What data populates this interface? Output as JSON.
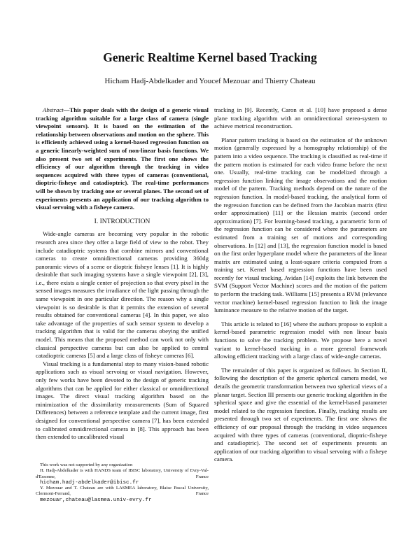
{
  "title": "Generic Realtime Kernel based Tracking",
  "authors": "Hicham Hadj-Abdelkader and Youcef Mezouar and Thierry Chateau",
  "abstract": {
    "label": "Abstract",
    "text": "—This paper deals with the design of a generic visual tracking algorithm suitable for a large class of camera (single viewpoint sensors). It is based on the estimation of the relationship between observations and motion on the sphere. This is efficiently achieved using a kernel-based regression function on a generic linearly-weighted sum of non-linear basis functions. We also present two set of experiments. The first one shows the efficiency of our algorithm through the tracking in video sequences acquired with three types of cameras (conventional, dioptric-fisheye and catadioptric). The real-time performances will be shown by tracking one or several planes. The second set of experiments presents an application of our tracking algorithm to visual servoing with a fisheye camera."
  },
  "section1_heading": "I. INTRODUCTION",
  "left_paragraphs": [
    "Wide-angle cameras are becoming very popular in the robotic research area since they offer a large field of view to the robot. They include catadioptric systems that combine mirrors and conventional cameras to create omnidirectional cameras providing 360dg panoramic views of a scene or dioptric fisheye lenses [1]. It is highly desirable that such imaging systems have a single viewpoint [2], [3], i.e., there exists a single center of projection so that every pixel in the sensed images measures the irradiance of the light passing through the same viewpoint in one particular direction. The reason why a single viewpoint is so desirable is that it permits the extension of several results obtained for conventional cameras [4]. In this paper, we also take advantage of the properties of such sensor system to develop a tracking algorithm that is valid for the cameras obeying the unified model. This means that the proposed method can work not only with classical perspective cameras but can also be applied to central catadioptric cameras [5] and a large class of fisheye cameras [6].",
    "Visual tracking is a fundamental step to many vision-based robotic applications such as visual servoing or visual navigation. However, only few works have been devoted to the design of generic tracking algorithms that can be applied for either classical or omnidirectional images. The direct visual tracking algorithm based on the minimization of the dissimilarity measurements (Sum of Squared Differences) between a reference template and the current image, first designed for conventional perspective camera [7], has been extended to calibrated omnidirectional camera in [8]. This approach has been then extended to uncalibrated visual"
  ],
  "footnotes": [
    "This work was not supported by any organization",
    "H. Hadj-Abdelkader is with HANDS team of IBISC laboratory, University of Evry-Val-d'Essonne, France",
    "hicham.hadj-abdelkader@ibisc.fr",
    "Y. Mezouar and T. Chateau are with LASMEA laboratory, Blaise Pascal University, Clermont-Ferrand, France",
    "mezouar,chateau@lasmea.univ-evry.fr"
  ],
  "right_paragraphs": [
    "tracking in [9]. Recently, Caron et al. [10] have proposed a dense plane tracking algorithm with an omnidirectional stereo-system to achieve metrical reconstruction.",
    "Planar pattern tracking is based on the estimation of the unknown motion (generally expressed by a homography relationship) of the pattern into a video sequence. The tracking is classified as real-time if the pattern motion is estimated for each video frame before the next one. Usually, real-time tracking can be modelized through a regression function linking the image observations and the motion model of the pattern. Tracking methods depend on the nature of the regression function. In model-based tracking, the analytical form of the regression function can be defined from the Jacobian matrix (first order approximation) [11] or the Hessian matrix (second order approximation) [7]. For learning-based tracking, a parametric form of the regression function can be considered where the parameters are estimated from a training set of motions and corresponding observations. In [12] and [13], the regression function model is based on the first order hyperplane model where the parameters of the linear matrix are estimated using a least-square criteria computed from a training set. Kernel based regression functions have been used recently for visual tracking. Avidan [14] exploits the link between the SVM (Support Vector Machine) scores and the motion of the pattern to perform the tracking task. Williams [15] presents a RVM (relevance vector machine) kernel-based regression function to link the image luminance measure to the relative motion of the target.",
    "This article is related to [16] where the authors propose to exploit a kernel-based parametric regression model with non linear basis functions to solve the tracking problem. We propose here a novel variant to kernel-based tracking in a more general framework allowing efficient tracking with a large class of wide-angle cameras.",
    "The remainder of this paper is organized as follows. In Section II, following the description of the generic spherical camera model, we details the geometric transformation between two spherical views of a planar target. Section III presents our generic tracking algorithm in the spherical space and give the essential of the kernel-based parameter model related to the regression function. Finally, tracking results are presented through two set of experiments. The first one shows the efficiency of our proposal through the tracking in video sequences acquired with three types of cameras (conventional, dioptric-fisheye and catadioptric). The second set of experiments presents an application of our tracking algorithm to visual servoing with a fisheye camera."
  ]
}
